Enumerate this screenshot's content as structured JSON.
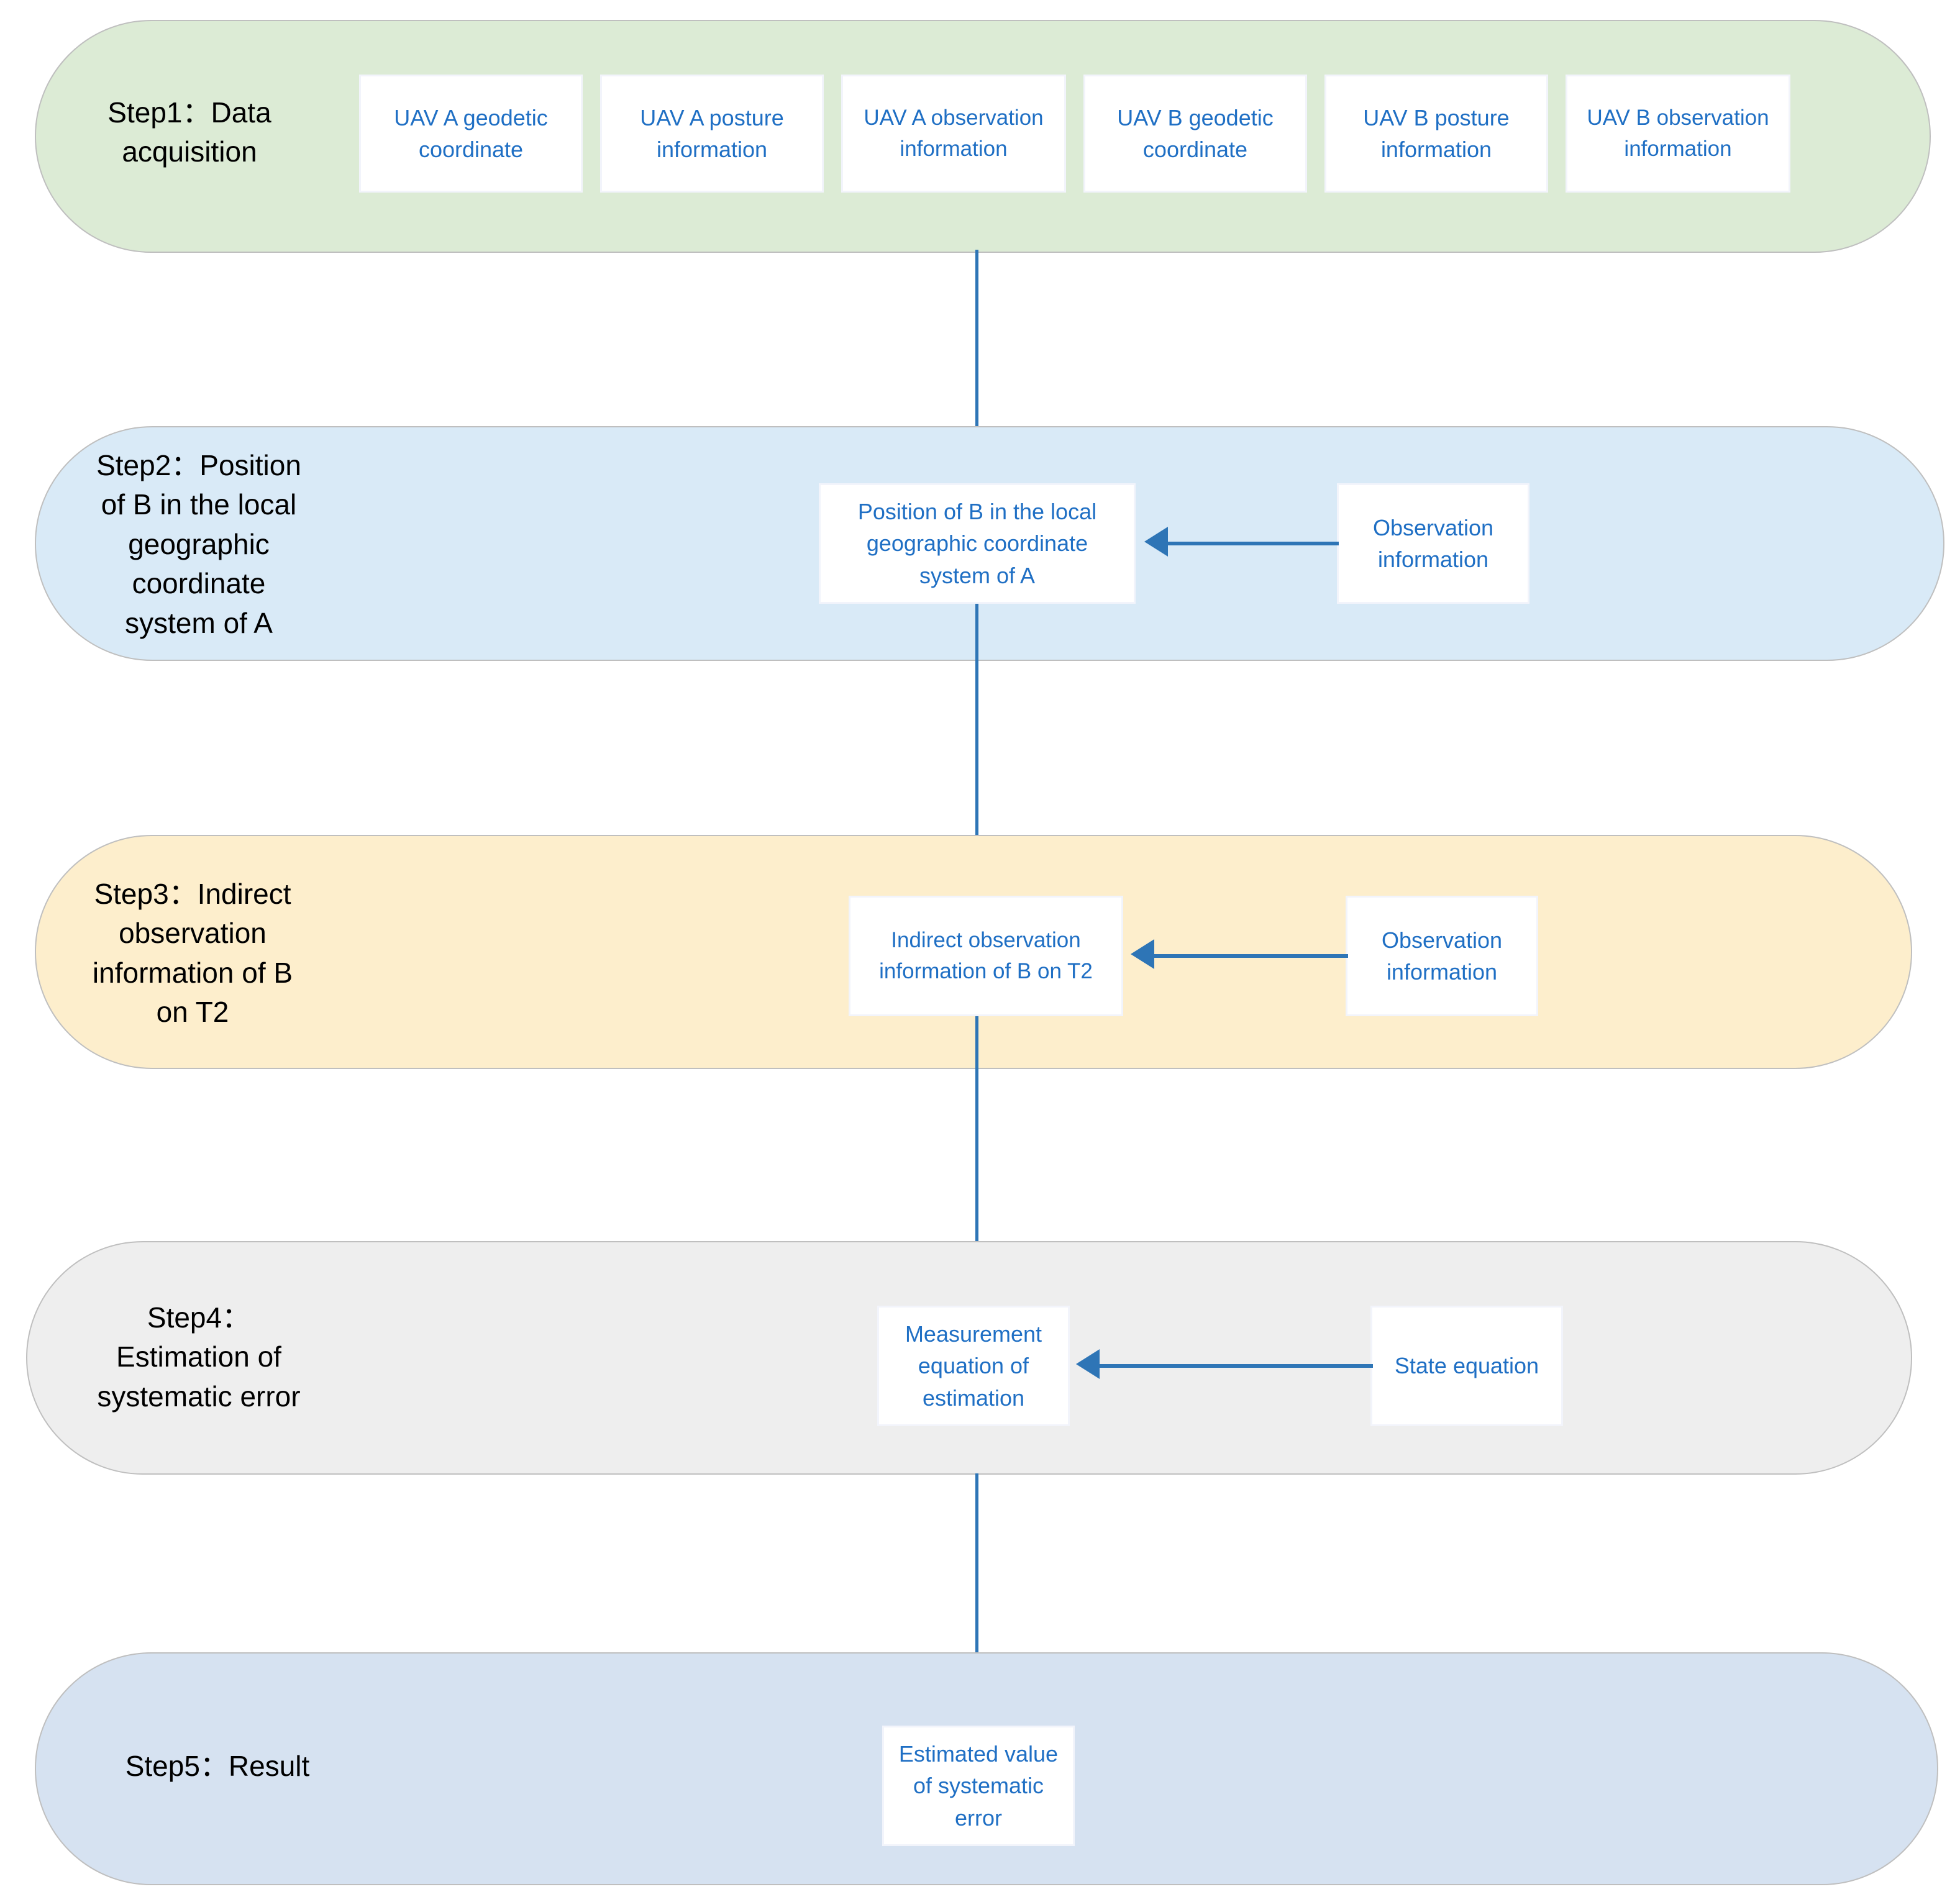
{
  "colors": {
    "band_step1": "#dcebd5",
    "band_step2": "#d9eaf7",
    "band_step3": "#fdeecc",
    "band_step4": "#eeeeee",
    "band_step5": "#d6e2f1",
    "band_border": "#bfbfbf",
    "node_text": "#1f6fc4",
    "arrow": "#2e75b6",
    "node_fill": "#ffffff",
    "label_text": "#000000"
  },
  "diagram": {
    "title": "UAV systematic error estimation flowchart",
    "bands": [
      {
        "id": "step1",
        "label": "Step1：Data\nacquisition",
        "fill": "#dcebd5"
      },
      {
        "id": "step2",
        "label": "Step2：Position\nof B in the local\ngeographic\ncoordinate\nsystem of A",
        "fill": "#d9eaf7"
      },
      {
        "id": "step3",
        "label": "Step3：Indirect\nobservation\ninformation of B\non T2",
        "fill": "#fdeecc"
      },
      {
        "id": "step4",
        "label": "Step4：\nEstimation of\nsystematic error",
        "fill": "#eeeeee"
      },
      {
        "id": "step5",
        "label": "Step5：Result",
        "fill": "#d6e2f1"
      }
    ],
    "step1_nodes": [
      {
        "id": "uav-a-geodetic-coordinate",
        "label": "UAV A  geodetic\ncoordinate"
      },
      {
        "id": "uav-a-posture-information",
        "label": "UAV A posture\ninformation"
      },
      {
        "id": "uav-a-observation-information",
        "label": "UAV A observation\ninformation"
      },
      {
        "id": "uav-b-geodetic-coordinate",
        "label": "UAV B  geodetic\ncoordinate"
      },
      {
        "id": "uav-b-posture-information",
        "label": "UAV B posture\ninformation"
      },
      {
        "id": "uav-b-observation-information",
        "label": "UAV B observation\ninformation"
      }
    ],
    "step2_nodes": {
      "main": "Position of B in the local\ngeographic coordinate\nsystem of A",
      "side": "Observation\ninformation"
    },
    "step3_nodes": {
      "main": "Indirect observation\ninformation of B on T2",
      "side": "Observation\ninformation"
    },
    "step4_nodes": {
      "main": "Measurement\nequation of\nestimation",
      "side": "State equation"
    },
    "step5_nodes": {
      "main": "Estimated value\nof systematic\nerror"
    }
  }
}
